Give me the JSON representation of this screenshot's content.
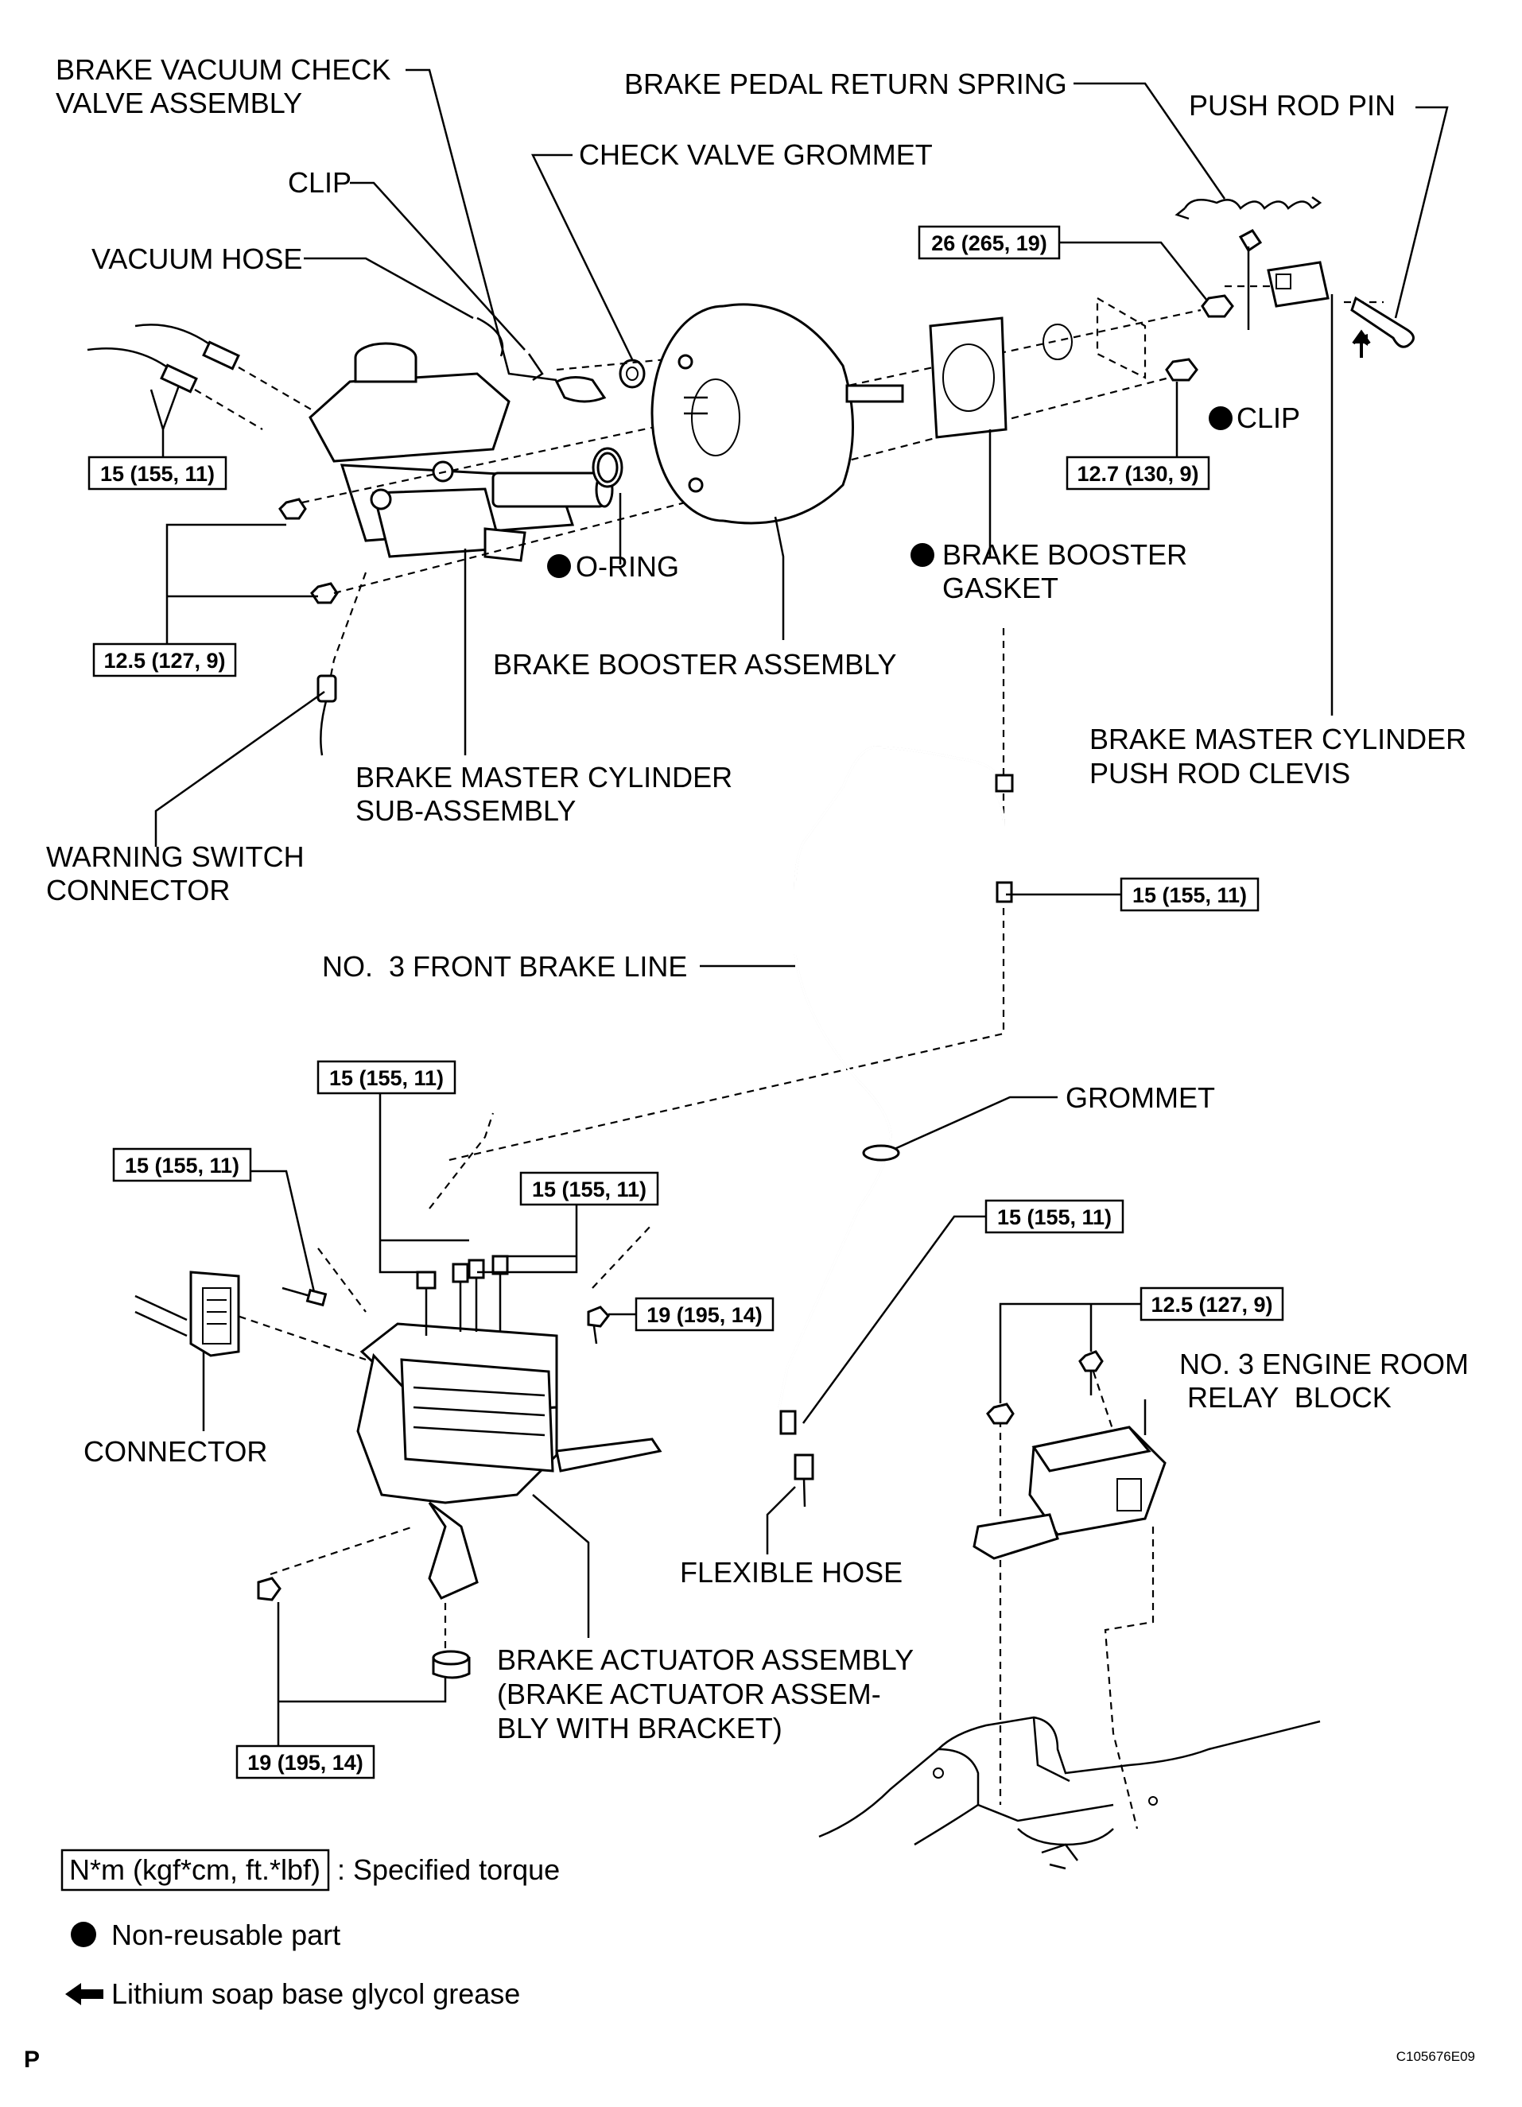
{
  "labels": {
    "brake_vacuum_check_valve_1": "BRAKE VACUUM CHECK",
    "brake_vacuum_check_valve_2": "VALVE ASSEMBLY",
    "brake_pedal_return_spring": "BRAKE PEDAL RETURN SPRING",
    "push_rod_pin": "PUSH ROD PIN",
    "check_valve_grommet": "CHECK VALVE GROMMET",
    "clip_top": "CLIP",
    "vacuum_hose": "VACUUM HOSE",
    "clip_right": "CLIP",
    "o_ring": "O-RING",
    "brake_booster_gasket_1": "BRAKE BOOSTER",
    "brake_booster_gasket_2": "GASKET",
    "brake_booster_assembly": "BRAKE BOOSTER ASSEMBLY",
    "push_rod_clevis_1": "BRAKE MASTER CYLINDER",
    "push_rod_clevis_2": "PUSH ROD CLEVIS",
    "master_cylinder_1": "BRAKE MASTER CYLINDER",
    "master_cylinder_2": "SUB-ASSEMBLY",
    "warning_switch_1": "WARNING SWITCH",
    "warning_switch_2": "CONNECTOR",
    "front_brake_line": "NO.  3 FRONT BRAKE LINE",
    "grommet": "GROMMET",
    "engine_room_relay_1": "NO. 3 ENGINE ROOM",
    "engine_room_relay_2": " RELAY  BLOCK",
    "connector": "CONNECTOR",
    "flexible_hose": "FLEXIBLE HOSE",
    "actuator_1": "BRAKE ACTUATOR ASSEMBLY",
    "actuator_2": "(BRAKE ACTUATOR ASSEM-",
    "actuator_3": "BLY WITH BRACKET)"
  },
  "torques": {
    "t_booster_nut_upper": "26 (265, 19)",
    "t_booster_nut_lower": "12.7 (130, 9)",
    "t_mc_tubes": "15 (155, 11)",
    "t_mc_nuts": "12.5 (127, 9)",
    "t_brake_line_top": "15 (155, 11)",
    "t_act_top": "15 (155, 11)",
    "t_act_left": "15 (155, 11)",
    "t_act_right": "15 (155, 11)",
    "t_act_bolt": "19 (195, 14)",
    "t_flex_hose": "15 (155, 11)",
    "t_relay_block": "12.5 (127, 9)",
    "t_act_bracket": "19 (195, 14)"
  },
  "legend": {
    "torque_box": "N*m (kgf*cm, ft.*lbf)",
    "torque_text": ": Specified torque",
    "nonreusable_text": "Non-reusable part",
    "grease_text": "Lithium soap base glycol grease"
  },
  "footer": {
    "corner_letter": "P",
    "figure_code": "C105676E09"
  }
}
